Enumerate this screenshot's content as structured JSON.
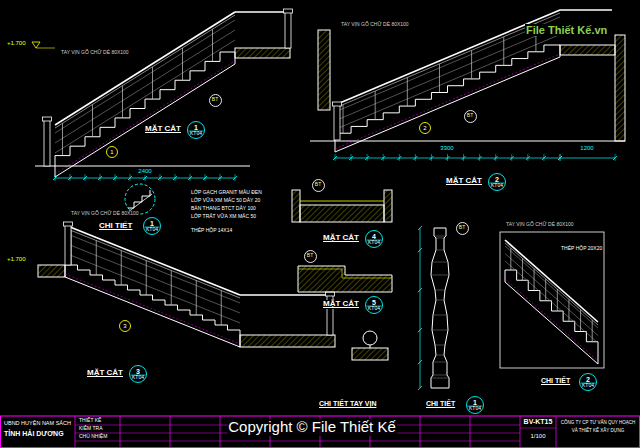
{
  "diagram": {
    "nodes": [
      {
        "text": [
          "1",
          "KT04"
        ]
      },
      {
        "text": [
          "2",
          "KT04"
        ]
      },
      {
        "text": [
          "3",
          "KT04"
        ]
      },
      {
        "text": [
          "4",
          "KT04"
        ]
      },
      {
        "text": [
          "5",
          "KT04"
        ]
      },
      {
        "text": [
          "1",
          "KT04"
        ]
      },
      {
        "text": [
          "1",
          "KT04"
        ]
      },
      {
        "text": [
          "2",
          "KT04"
        ]
      },
      {
        "text": [
          "BT"
        ]
      },
      {
        "text": [
          "BT"
        ]
      },
      {
        "text": [
          "BT"
        ]
      },
      {
        "text": [
          "BT"
        ]
      },
      {
        "text": [
          "BT"
        ]
      },
      {
        "text": [
          "1"
        ]
      },
      {
        "text": [
          "2"
        ]
      },
      {
        "text": [
          "3"
        ]
      }
    ],
    "labels": [
      "MẶT CẮT",
      "MẶT CẮT",
      "MẶT CẮT",
      "MẶT CẮT",
      "MẶT CẮT",
      "CHI TIẾT",
      "CHI TIẾT TAY VỊN",
      "CHI TIẾT",
      "CHI TIẾT",
      "TAY VỊN GỖ CHỮ DẺ 80X100",
      "TAY VỊN GỖ CHỮ DẺ 80X100",
      "TAY VỊN GỖ CHỮ DẺ 80X100",
      "TAY VỊN GỖ CHỮ DẺ 80X100",
      "+1.700",
      "+1.700",
      "2400",
      "3300",
      "1200",
      "LỚP GẠCH GRANIT MÀU ĐEN",
      "LỚP VỮA XM MÁC 50 DÀY 20",
      "BẢN THANG BTCT DÀY 100",
      "LỚP TRÁT VỮA XM MÁC 50",
      "THÉP HỘP 14X14",
      "THÉP HỘP 20X20",
      "UBND HUYỆN NAM SÁCH",
      "TỈNH HẢI DƯƠNG",
      "THIẾT KẾ",
      "KIỂM TRA",
      "CHỦ NHIỆM",
      "BV-KT15",
      "1/100",
      "CÔNG TY CP TƯ VẤN QUY HOẠCH",
      "VÀ THIẾT KẾ XÂY DỰNG",
      "Copyright © File Thiết Kế",
      "File Thiết Kế.vn"
    ]
  }
}
